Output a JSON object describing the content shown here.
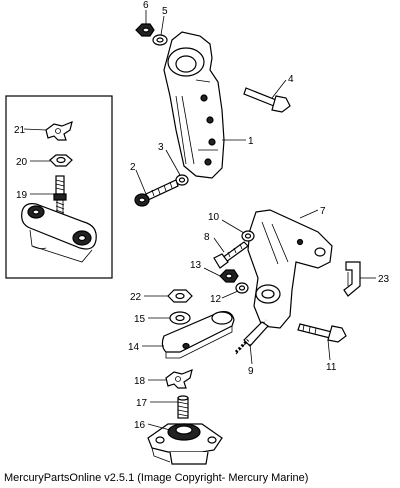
{
  "caption": "MercuryPartsOnline v2.5.1 (Image Copyright- Mercury Marine)",
  "callouts": {
    "c1": "1",
    "c2": "2",
    "c3": "3",
    "c4": "4",
    "c5": "5",
    "c6": "6",
    "c7": "7",
    "c8": "8",
    "c9": "9",
    "c10": "10",
    "c11": "11",
    "c12": "12",
    "c13": "13",
    "c14": "14",
    "c15": "15",
    "c16": "16",
    "c17": "17",
    "c18": "18",
    "c19": "19",
    "c20": "20",
    "c21": "21",
    "c22": "22",
    "c23": "23"
  }
}
